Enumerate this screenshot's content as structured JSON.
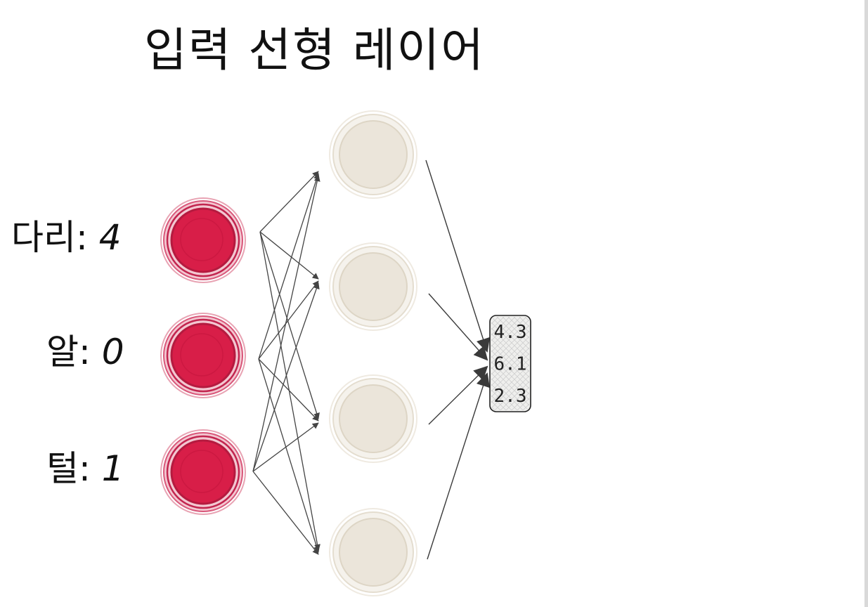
{
  "title": "입력 선형 레이어",
  "inputs": [
    {
      "name": "다리",
      "value": "4"
    },
    {
      "name": "알",
      "value": "0"
    },
    {
      "name": "털",
      "value": "1"
    }
  ],
  "hidden_nodes": 4,
  "output_values": [
    "4.3",
    "6.1",
    "2.3"
  ],
  "colors": {
    "input_node": "#d81e48",
    "hidden_node": "#ebe5da",
    "edge": "#444444",
    "output_box": "#efefed"
  }
}
